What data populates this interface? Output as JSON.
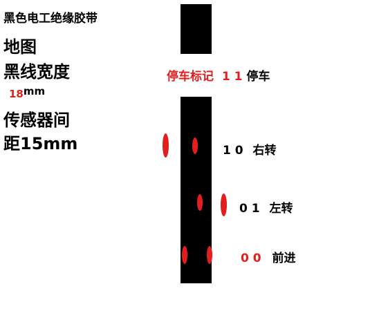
{
  "title": "黑色电工绝缘胶带",
  "lines": {
    "map": "地图",
    "line_width_label": "黑线宽度",
    "line_width_value": "18",
    "line_width_unit": "mm",
    "sensor_spacing_a": "传感器间",
    "sensor_spacing_b": "距15mm"
  },
  "labels": {
    "stop_mark_text": "停车标记",
    "stop_mark_code": "1 1",
    "stop_action": "停车",
    "right_code": "1 0",
    "right_action": "右转",
    "left_code": "0 1",
    "left_action": "左转",
    "forward_code": "0 0",
    "forward_action": "前进"
  },
  "colors": {
    "tape": "#000000",
    "sensor": "#e41e1e",
    "label_red": "#e41e1e"
  }
}
